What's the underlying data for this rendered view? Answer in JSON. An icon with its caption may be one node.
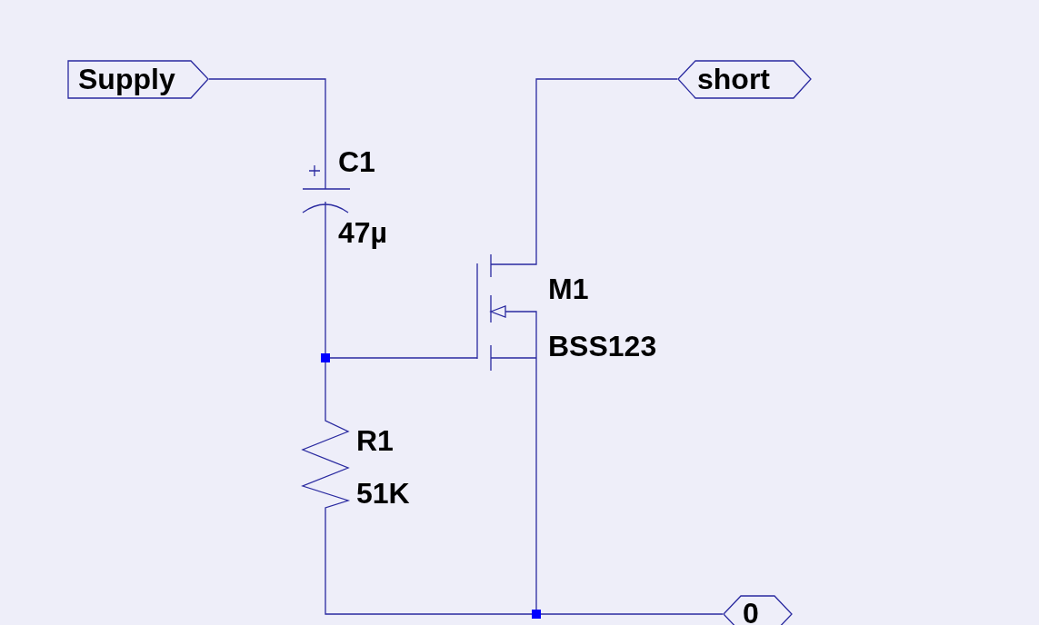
{
  "diagram": {
    "nodes": [
      {
        "text": [
          "Supply"
        ]
      },
      {
        "text": [
          "short"
        ]
      },
      {
        "text": [
          "C1",
          "47µ"
        ]
      },
      {
        "text": [
          "M1",
          "BSS123"
        ]
      },
      {
        "text": [],
        "shape": "box"
      },
      {
        "text": [
          "R1",
          "51K"
        ]
      },
      {
        "text": [],
        "shape": "box"
      },
      {
        "text": [
          "0"
        ]
      }
    ],
    "edges": [
      {
        "from": 0,
        "to": 2,
        "arrow": "none"
      },
      {
        "from": 1,
        "to": 3,
        "arrow": "none"
      },
      {
        "from": 2,
        "to": 4,
        "arrow": "none"
      },
      {
        "from": 4,
        "to": 3,
        "arrow": "none"
      },
      {
        "from": 4,
        "to": 5,
        "arrow": "none"
      },
      {
        "from": 5,
        "to": 6,
        "arrow": "none"
      },
      {
        "from": 3,
        "to": 6,
        "arrow": "none"
      },
      {
        "from": 6,
        "to": 7,
        "arrow": "none"
      }
    ]
  }
}
